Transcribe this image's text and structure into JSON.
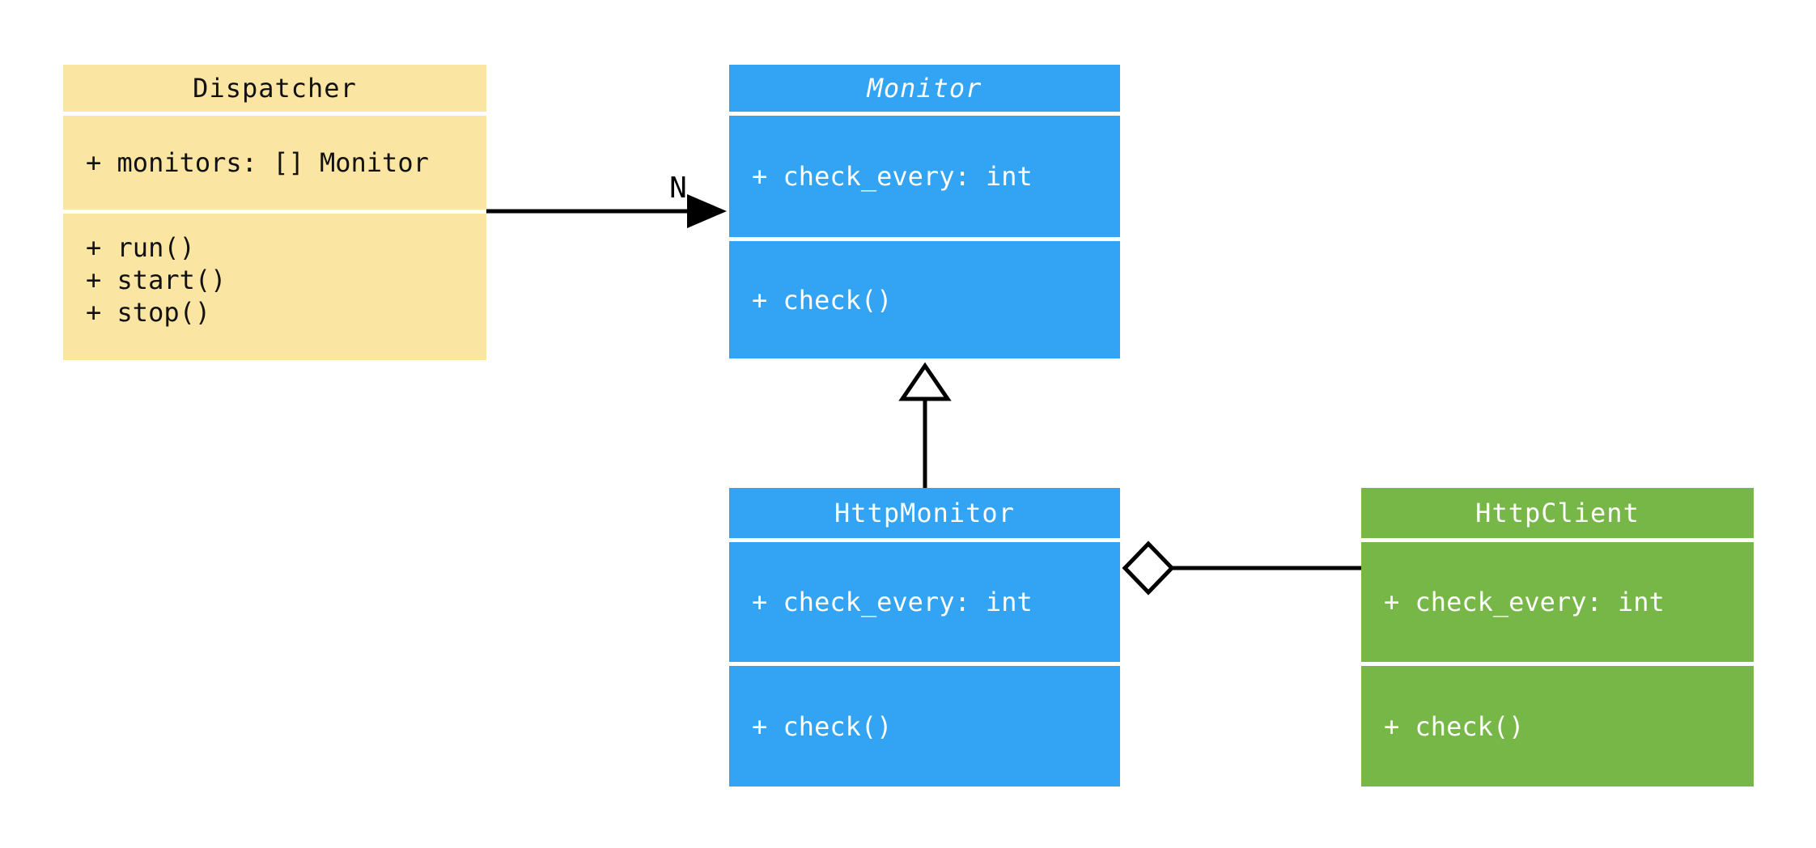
{
  "diagram": {
    "kind": "uml-class-diagram",
    "background_color": "#ffffff",
    "connector_color": "#000000",
    "classes": [
      {
        "name": "Dispatcher",
        "abstract": false,
        "fill": "#FAE5A3",
        "text_color": "#111111",
        "attributes": [
          "+ monitors: [] Monitor"
        ],
        "methods": [
          "+ run()",
          "+ start()",
          "+ stop()"
        ]
      },
      {
        "name": "Monitor",
        "abstract": true,
        "fill": "#32A4F3",
        "text_color": "#ffffff",
        "attributes": [
          "+ check_every: int"
        ],
        "methods": [
          "+ check()"
        ]
      },
      {
        "name": "HttpMonitor",
        "abstract": false,
        "fill": "#32A4F3",
        "text_color": "#ffffff",
        "attributes": [
          "+ check_every: int"
        ],
        "methods": [
          "+ check()"
        ]
      },
      {
        "name": "HttpClient",
        "abstract": false,
        "fill": "#77B747",
        "text_color": "#ffffff",
        "attributes": [
          "+ check_every: int"
        ],
        "methods": [
          "+ check()"
        ]
      }
    ],
    "relationships": [
      {
        "from": "Dispatcher",
        "to": "Monitor",
        "type": "directed-association",
        "label": "N"
      },
      {
        "from": "HttpMonitor",
        "to": "Monitor",
        "type": "generalization",
        "label": ""
      },
      {
        "from": "HttpMonitor",
        "to": "HttpClient",
        "type": "aggregation",
        "label": ""
      }
    ]
  }
}
